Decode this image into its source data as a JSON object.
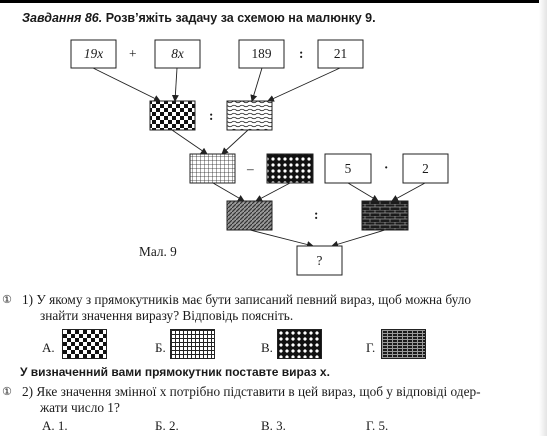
{
  "heading": {
    "label": "Завдання 86.",
    "text": " Розв’яжіть задачу за схемою на малюнку 9."
  },
  "diagram": {
    "box_19x": "19x",
    "plus": "+",
    "box_8x": "8x",
    "box_189": "189",
    "colon_top": ":",
    "box_21": "21",
    "colon_mid": ":",
    "minus": "–",
    "box_5": "5",
    "dot": "·",
    "box_2": "2",
    "colon_low": ":",
    "result": "?",
    "caption": "Мал. 9"
  },
  "q1": {
    "icon": "①",
    "line1": "1) У якому з прямокутників має бути записаний певний вираз, щоб можна було",
    "line2": "знайти значення виразу? Відповідь поясніть.",
    "options": [
      "А.",
      "Б.",
      "В.",
      "Г."
    ]
  },
  "instruction": "У визначенний вами прямокутник поставте вираз x.",
  "q2": {
    "icon": "①",
    "line1": "2) Яке значення змінної x потрібно підставити в цей вираз, щоб у відповіді одер-",
    "line2": "жати число 1?",
    "options": [
      "А. 1.",
      "Б. 2.",
      "В. 3.",
      "Г. 5."
    ]
  }
}
